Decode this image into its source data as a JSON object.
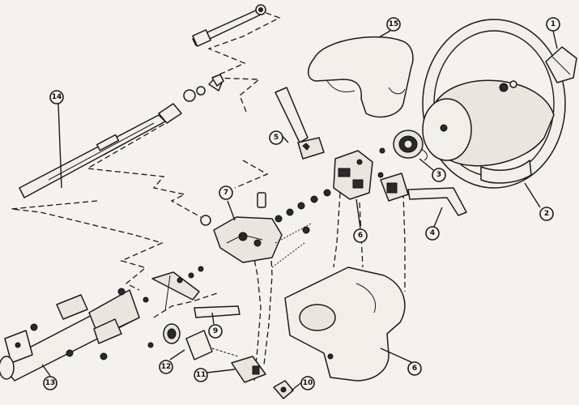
{
  "diagram": {
    "callouts": [
      {
        "id": "c1",
        "label": "1"
      },
      {
        "id": "c2",
        "label": "2"
      },
      {
        "id": "c3",
        "label": "3"
      },
      {
        "id": "c4",
        "label": "4"
      },
      {
        "id": "c5",
        "label": "5"
      },
      {
        "id": "c6a",
        "label": "6"
      },
      {
        "id": "c6b",
        "label": "6"
      },
      {
        "id": "c7",
        "label": "7"
      },
      {
        "id": "c9",
        "label": "9"
      },
      {
        "id": "c10",
        "label": "10"
      },
      {
        "id": "c11",
        "label": "11"
      },
      {
        "id": "c12",
        "label": "12"
      },
      {
        "id": "c13",
        "label": "13"
      },
      {
        "id": "c14",
        "label": "14"
      },
      {
        "id": "c15",
        "label": "15"
      }
    ]
  }
}
